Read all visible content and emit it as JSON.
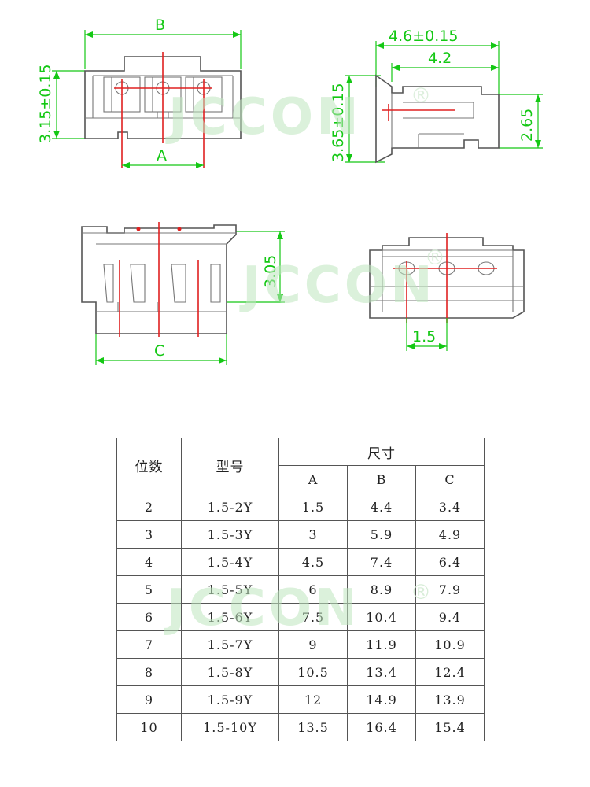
{
  "watermark": {
    "brand": "JCCON",
    "registered": "®"
  },
  "dimensions": {
    "b_label": "B",
    "a_label": "A",
    "c_label": "C",
    "height_315": "3.15±0.15",
    "width_46": "4.6±0.15",
    "width_42": "4.2",
    "height_365": "3.65±0.15",
    "height_265": "2.65",
    "height_305": "3.05",
    "pitch_15": "1.5"
  },
  "table": {
    "headers": {
      "positions": "位数",
      "model": "型号",
      "size": "尺寸",
      "a": "A",
      "b": "B",
      "c": "C"
    },
    "rows": [
      {
        "positions": "2",
        "model": "1.5-2Y",
        "a": "1.5",
        "b": "4.4",
        "c": "3.4"
      },
      {
        "positions": "3",
        "model": "1.5-3Y",
        "a": "3",
        "b": "5.9",
        "c": "4.9"
      },
      {
        "positions": "4",
        "model": "1.5-4Y",
        "a": "4.5",
        "b": "7.4",
        "c": "6.4"
      },
      {
        "positions": "5",
        "model": "1.5-5Y",
        "a": "6",
        "b": "8.9",
        "c": "7.9"
      },
      {
        "positions": "6",
        "model": "1.5-6Y",
        "a": "7.5",
        "b": "10.4",
        "c": "9.4"
      },
      {
        "positions": "7",
        "model": "1.5-7Y",
        "a": "9",
        "b": "11.9",
        "c": "10.9"
      },
      {
        "positions": "8",
        "model": "1.5-8Y",
        "a": "10.5",
        "b": "13.4",
        "c": "12.4"
      },
      {
        "positions": "9",
        "model": "1.5-9Y",
        "a": "12",
        "b": "14.9",
        "c": "13.9"
      },
      {
        "positions": "10",
        "model": "1.5-10Y",
        "a": "13.5",
        "b": "16.4",
        "c": "15.4"
      }
    ]
  }
}
